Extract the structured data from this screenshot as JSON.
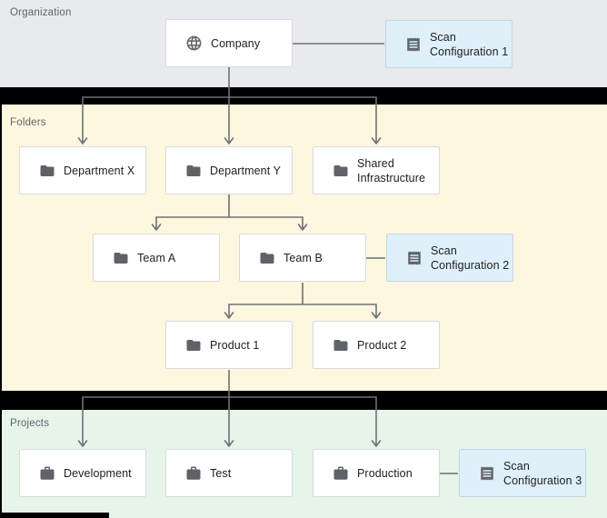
{
  "sections": [
    {
      "label": "Organization"
    },
    {
      "label": "Folders"
    },
    {
      "label": "Projects"
    }
  ],
  "nodes": [
    {
      "id": "company",
      "label": "Company",
      "icon": "globe-icon",
      "kind": "organization"
    },
    {
      "id": "scan-configuration-1",
      "label": "Scan Configuration 1",
      "icon": "receipt-icon",
      "kind": "scan-config"
    },
    {
      "id": "department-x",
      "label": "Department X",
      "icon": "folder-icon",
      "kind": "folder"
    },
    {
      "id": "department-y",
      "label": "Department Y",
      "icon": "folder-icon",
      "kind": "folder"
    },
    {
      "id": "shared-infrastructure",
      "label": "Shared Infrastructure",
      "icon": "folder-icon",
      "kind": "folder"
    },
    {
      "id": "team-a",
      "label": "Team A",
      "icon": "folder-icon",
      "kind": "folder"
    },
    {
      "id": "team-b",
      "label": "Team B",
      "icon": "folder-icon",
      "kind": "folder"
    },
    {
      "id": "scan-configuration-2",
      "label": "Scan Configuration 2",
      "icon": "receipt-icon",
      "kind": "scan-config"
    },
    {
      "id": "product-1",
      "label": "Product 1",
      "icon": "folder-icon",
      "kind": "folder"
    },
    {
      "id": "product-2",
      "label": "Product 2",
      "icon": "folder-icon",
      "kind": "folder"
    },
    {
      "id": "development",
      "label": "Development",
      "icon": "briefcase-icon",
      "kind": "project"
    },
    {
      "id": "test",
      "label": "Test",
      "icon": "briefcase-icon",
      "kind": "project"
    },
    {
      "id": "production",
      "label": "Production",
      "icon": "briefcase-icon",
      "kind": "project"
    },
    {
      "id": "scan-configuration-3",
      "label": "Scan Configuration 3",
      "icon": "receipt-icon",
      "kind": "scan-config"
    }
  ],
  "edges": [
    {
      "from": "company",
      "to": "scan-configuration-1"
    },
    {
      "from": "company",
      "to": "department-x"
    },
    {
      "from": "company",
      "to": "department-y"
    },
    {
      "from": "company",
      "to": "shared-infrastructure"
    },
    {
      "from": "department-y",
      "to": "team-a"
    },
    {
      "from": "department-y",
      "to": "team-b"
    },
    {
      "from": "team-b",
      "to": "scan-configuration-2"
    },
    {
      "from": "team-b",
      "to": "product-1"
    },
    {
      "from": "team-b",
      "to": "product-2"
    },
    {
      "from": "product-1",
      "to": "development"
    },
    {
      "from": "product-1",
      "to": "test"
    },
    {
      "from": "product-1",
      "to": "production"
    },
    {
      "from": "production",
      "to": "scan-configuration-3"
    }
  ],
  "colors": {
    "organization_bg": "#E8EAED",
    "folders_bg": "#FEF7E0",
    "projects_bg": "#E6F4EA",
    "separator": "#000000",
    "node_bg": "#FFFFFF",
    "node_border": "#D8DADD",
    "scan_config_bg": "#DFF0FA",
    "scan_config_border": "#C3D7E5",
    "connector": "#6E7175",
    "icon": "#5F6368",
    "label_text": "#202124",
    "section_label_text": "#5F6368"
  }
}
